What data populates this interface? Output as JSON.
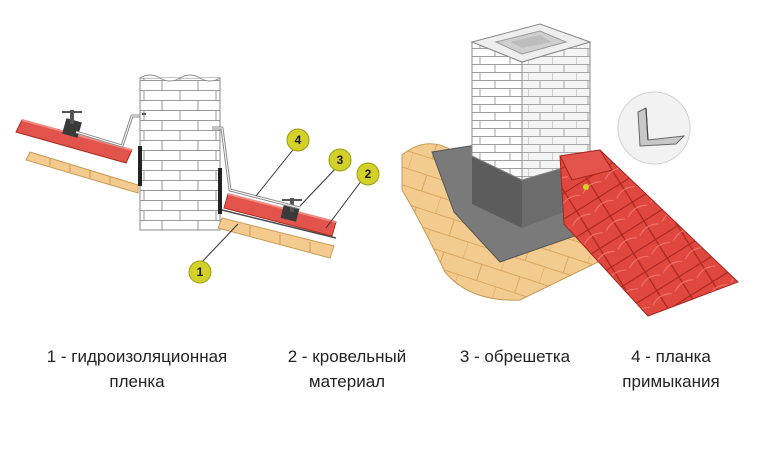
{
  "markers": [
    "1",
    "2",
    "3",
    "4"
  ],
  "legend": [
    {
      "id": "1",
      "lines": [
        "1 - гидроизоляционная",
        "пленка"
      ]
    },
    {
      "id": "2",
      "lines": [
        "2 - кровельный",
        "материал"
      ]
    },
    {
      "id": "3",
      "lines": [
        "3 - обрешетка"
      ]
    },
    {
      "id": "4",
      "lines": [
        "4 - планка",
        "примыкания"
      ]
    }
  ],
  "colors": {
    "badge": "#d3d129",
    "roofing": "#e2534b",
    "batten": "#f3cb8e",
    "membrane": "#7a7a7a",
    "brick_line": "#9a9a9a"
  }
}
